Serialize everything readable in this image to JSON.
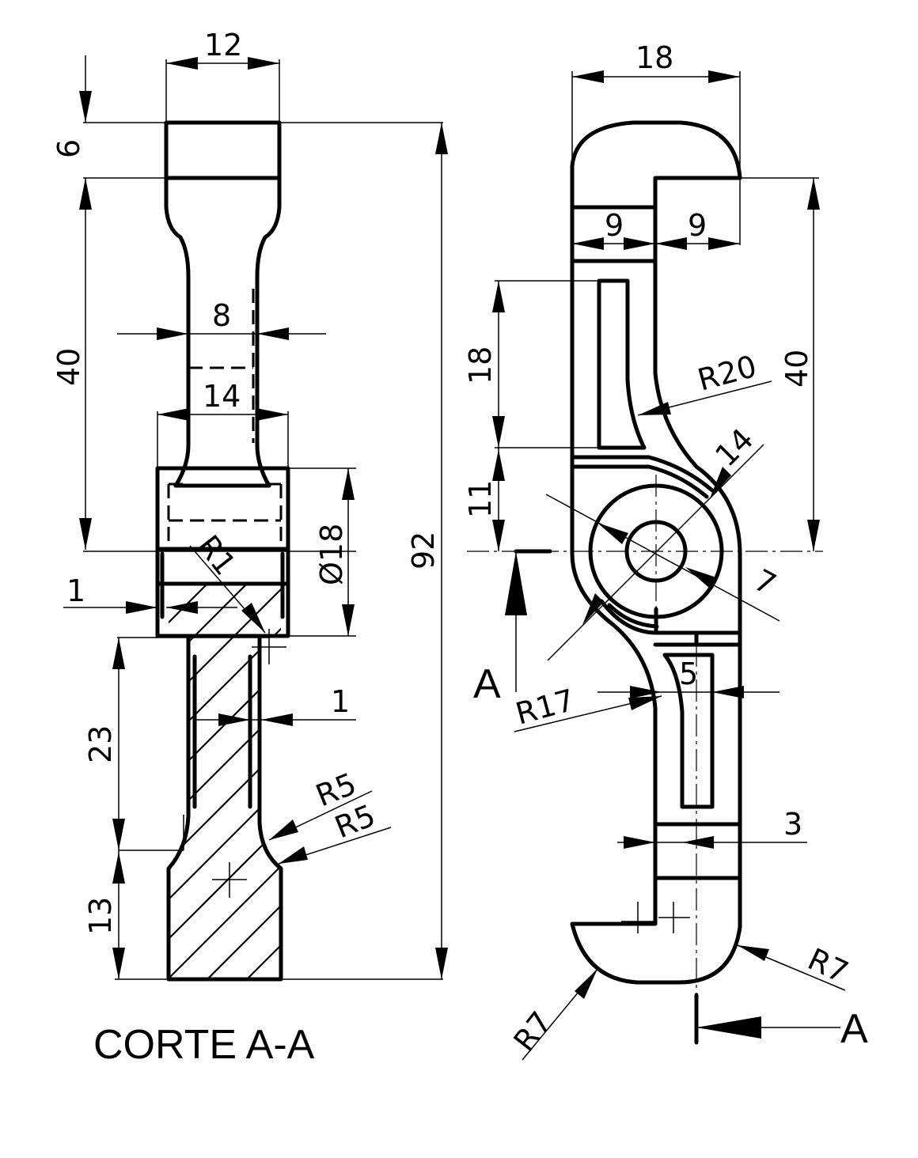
{
  "section_view": {
    "title": "CORTE A-A",
    "dims": {
      "width_top": "12",
      "height_top": "6",
      "height_40": "40",
      "neck_8": "8",
      "hub_14": "14",
      "radius_r1": "R1",
      "dia_18": "Ø18",
      "gap_1a": "1",
      "gap_1b": "1",
      "height_23": "23",
      "height_13": "13",
      "radius_r5a": "R5",
      "radius_r5b": "R5",
      "total_92": "92"
    }
  },
  "front_view": {
    "dims": {
      "width_18": "18",
      "slot_9a": "9",
      "slot_9b": "9",
      "height_18": "18",
      "height_11": "11",
      "radius_r20": "R20",
      "dia_14": "14",
      "height_40": "40",
      "dia_7": "7",
      "width_5": "5",
      "radius_r17": "R17",
      "width_3": "3",
      "radius_r7a": "R7",
      "radius_r7b": "R7"
    },
    "section_mark_left": "A",
    "section_mark_right": "A"
  }
}
